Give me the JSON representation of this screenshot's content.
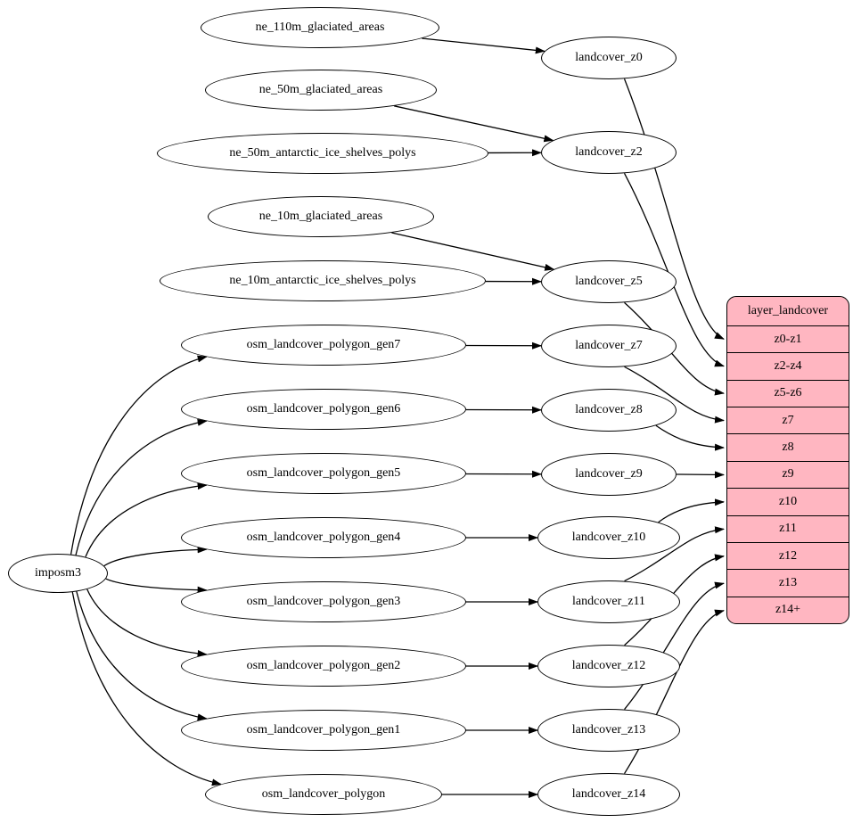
{
  "graph": {
    "root": {
      "id": "imposm3",
      "label": "imposm3"
    },
    "sources": [
      {
        "id": "ne_110m_glaciated_areas",
        "label": "ne_110m_glaciated_areas"
      },
      {
        "id": "ne_50m_glaciated_areas",
        "label": "ne_50m_glaciated_areas"
      },
      {
        "id": "ne_50m_antarctic_ice_shelves_polys",
        "label": "ne_50m_antarctic_ice_shelves_polys"
      },
      {
        "id": "ne_10m_glaciated_areas",
        "label": "ne_10m_glaciated_areas"
      },
      {
        "id": "ne_10m_antarctic_ice_shelves_polys",
        "label": "ne_10m_antarctic_ice_shelves_polys"
      },
      {
        "id": "osm_landcover_polygon_gen7",
        "label": "osm_landcover_polygon_gen7"
      },
      {
        "id": "osm_landcover_polygon_gen6",
        "label": "osm_landcover_polygon_gen6"
      },
      {
        "id": "osm_landcover_polygon_gen5",
        "label": "osm_landcover_polygon_gen5"
      },
      {
        "id": "osm_landcover_polygon_gen4",
        "label": "osm_landcover_polygon_gen4"
      },
      {
        "id": "osm_landcover_polygon_gen3",
        "label": "osm_landcover_polygon_gen3"
      },
      {
        "id": "osm_landcover_polygon_gen2",
        "label": "osm_landcover_polygon_gen2"
      },
      {
        "id": "osm_landcover_polygon_gen1",
        "label": "osm_landcover_polygon_gen1"
      },
      {
        "id": "osm_landcover_polygon",
        "label": "osm_landcover_polygon"
      }
    ],
    "intermediates": [
      {
        "id": "landcover_z0",
        "label": "landcover_z0"
      },
      {
        "id": "landcover_z2",
        "label": "landcover_z2"
      },
      {
        "id": "landcover_z5",
        "label": "landcover_z5"
      },
      {
        "id": "landcover_z7",
        "label": "landcover_z7"
      },
      {
        "id": "landcover_z8",
        "label": "landcover_z8"
      },
      {
        "id": "landcover_z9",
        "label": "landcover_z9"
      },
      {
        "id": "landcover_z10",
        "label": "landcover_z10"
      },
      {
        "id": "landcover_z11",
        "label": "landcover_z11"
      },
      {
        "id": "landcover_z12",
        "label": "landcover_z12"
      },
      {
        "id": "landcover_z13",
        "label": "landcover_z13"
      },
      {
        "id": "landcover_z14",
        "label": "landcover_z14"
      }
    ],
    "table": {
      "title": "layer_landcover",
      "rows": [
        "z0-z1",
        "z2-z4",
        "z5-z6",
        "z7",
        "z8",
        "z9",
        "z10",
        "z11",
        "z12",
        "z13",
        "z14+"
      ]
    },
    "edges": [
      {
        "from": "imposm3",
        "to": "osm_landcover_polygon_gen7"
      },
      {
        "from": "imposm3",
        "to": "osm_landcover_polygon_gen6"
      },
      {
        "from": "imposm3",
        "to": "osm_landcover_polygon_gen5"
      },
      {
        "from": "imposm3",
        "to": "osm_landcover_polygon_gen4"
      },
      {
        "from": "imposm3",
        "to": "osm_landcover_polygon_gen3"
      },
      {
        "from": "imposm3",
        "to": "osm_landcover_polygon_gen2"
      },
      {
        "from": "imposm3",
        "to": "osm_landcover_polygon_gen1"
      },
      {
        "from": "imposm3",
        "to": "osm_landcover_polygon"
      },
      {
        "from": "ne_110m_glaciated_areas",
        "to": "landcover_z0"
      },
      {
        "from": "ne_50m_glaciated_areas",
        "to": "landcover_z2"
      },
      {
        "from": "ne_50m_antarctic_ice_shelves_polys",
        "to": "landcover_z2"
      },
      {
        "from": "ne_10m_glaciated_areas",
        "to": "landcover_z5"
      },
      {
        "from": "ne_10m_antarctic_ice_shelves_polys",
        "to": "landcover_z5"
      },
      {
        "from": "osm_landcover_polygon_gen7",
        "to": "landcover_z7"
      },
      {
        "from": "osm_landcover_polygon_gen6",
        "to": "landcover_z8"
      },
      {
        "from": "osm_landcover_polygon_gen5",
        "to": "landcover_z9"
      },
      {
        "from": "osm_landcover_polygon_gen4",
        "to": "landcover_z10"
      },
      {
        "from": "osm_landcover_polygon_gen3",
        "to": "landcover_z11"
      },
      {
        "from": "osm_landcover_polygon_gen2",
        "to": "landcover_z12"
      },
      {
        "from": "osm_landcover_polygon_gen1",
        "to": "landcover_z13"
      },
      {
        "from": "osm_landcover_polygon",
        "to": "landcover_z14"
      },
      {
        "from": "landcover_z0",
        "to": "z0-z1"
      },
      {
        "from": "landcover_z2",
        "to": "z2-z4"
      },
      {
        "from": "landcover_z5",
        "to": "z5-z6"
      },
      {
        "from": "landcover_z7",
        "to": "z7"
      },
      {
        "from": "landcover_z8",
        "to": "z8"
      },
      {
        "from": "landcover_z9",
        "to": "z9"
      },
      {
        "from": "landcover_z10",
        "to": "z10"
      },
      {
        "from": "landcover_z11",
        "to": "z11"
      },
      {
        "from": "landcover_z12",
        "to": "z12"
      },
      {
        "from": "landcover_z13",
        "to": "z13"
      },
      {
        "from": "landcover_z14",
        "to": "z14+"
      }
    ],
    "colors": {
      "table_fill": "#ffb6c1",
      "node_fill": "#ffffff",
      "edge_color": "#000000",
      "text_color": "#000000",
      "background": "#ffffff"
    }
  }
}
